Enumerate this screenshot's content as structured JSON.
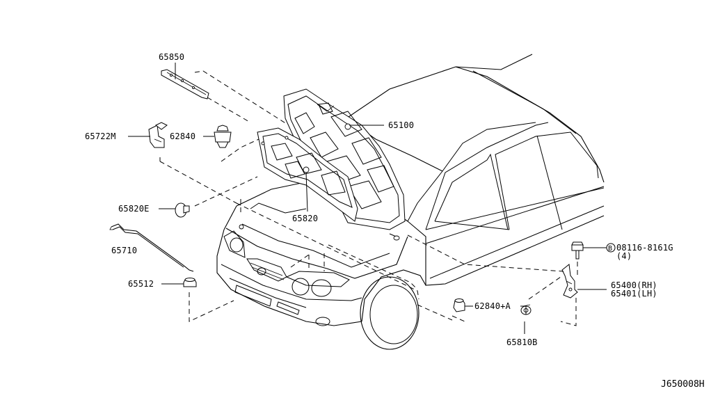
{
  "diagram": {
    "drawing_code": "J650008H",
    "parts": [
      {
        "id": "65850",
        "label": "65850"
      },
      {
        "id": "65722M",
        "label": "65722M"
      },
      {
        "id": "62840",
        "label": "62840"
      },
      {
        "id": "65100",
        "label": "65100"
      },
      {
        "id": "65820",
        "label": "65820"
      },
      {
        "id": "65820E",
        "label": "65820E"
      },
      {
        "id": "65710",
        "label": "65710"
      },
      {
        "id": "65512",
        "label": "65512"
      },
      {
        "id": "bolt",
        "label": "08116-8161G",
        "prefix": "B",
        "quantity": "(4)"
      },
      {
        "id": "65400",
        "label": "65400(RH)"
      },
      {
        "id": "65401",
        "label": "65401(LH)"
      },
      {
        "id": "62840A",
        "label": "62840+A"
      },
      {
        "id": "65810B",
        "label": "65810B"
      }
    ]
  }
}
